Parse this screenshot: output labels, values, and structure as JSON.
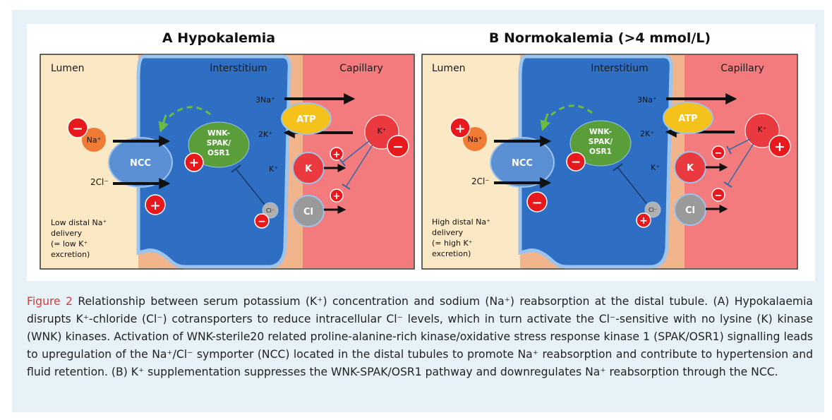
{
  "panels": {
    "a": {
      "title": "A  Hypokalemia",
      "zones": {
        "lumen": "Lumen",
        "interstitium": "Interstitium",
        "capillary": "Capillary"
      },
      "labels": {
        "na3": "3Na⁺",
        "k2": "2K⁺",
        "k": "K⁺",
        "cl2": "2Cl⁻",
        "na": "Na⁺",
        "kcap": "K⁺",
        "cl_small": "Cl⁻"
      },
      "nodes": {
        "ncc": "NCC",
        "atp": "ATP",
        "k": "K",
        "cl": "Cl",
        "wnk_1": "WNK-",
        "wnk_2": "SPAK/",
        "wnk_3": "OSR1"
      },
      "note": [
        "Low distal Na⁺",
        "delivery",
        "(= low K⁺",
        "excretion)"
      ],
      "signs": {
        "na": "−",
        "ncc": "+",
        "wnk": "+",
        "k": "+",
        "cl": "+",
        "cl_small": "−",
        "kcap": "−"
      }
    },
    "b": {
      "title": "B  Normokalemia (>4 mmol/L)",
      "zones": {
        "lumen": "Lumen",
        "interstitium": "Interstitium",
        "capillary": "Capillary"
      },
      "labels": {
        "na3": "3Na⁺",
        "k2": "2K⁺",
        "k": "K⁺",
        "cl2": "2Cl⁻",
        "na": "Na⁺",
        "kcap": "K⁺",
        "cl_small": "Cl⁻"
      },
      "nodes": {
        "ncc": "NCC",
        "atp": "ATP",
        "k": "K",
        "cl": "Cl",
        "wnk_1": "WNK-",
        "wnk_2": "SPAK/",
        "wnk_3": "OSR1"
      },
      "note": [
        "High distal Na⁺",
        "delivery",
        "(= high K⁺",
        "excretion)"
      ],
      "signs": {
        "na": "+",
        "ncc": "−",
        "wnk": "−",
        "k": "−",
        "cl": "−",
        "cl_small": "+",
        "kcap": "+"
      }
    }
  },
  "caption": {
    "label": "Figure 2",
    "text": "Relationship between serum potassium (K⁺) concentration and sodium (Na⁺) reabsorption at the distal tubule. (A) Hypokalaemia disrupts K⁺-chloride (Cl⁻) cotransporters to reduce intracellular Cl⁻ levels, which in turn activate the Cl⁻-sensitive with no lysine (K) kinase (WNK) kinases. Activation of WNK-sterile20 related proline-alanine-rich kinase/oxidative stress response kinase 1 (SPAK/OSR1) signalling leads to upregulation of the Na⁺/Cl⁻ symporter (NCC) located in the distal tubules to promote Na⁺ reabsorption and contribute to hypertension and fluid retention. (B) K⁺ supplementation suppresses the WNK-SPAK/OSR1 pathway and downregulates Na⁺ reabsorption through the NCC."
  },
  "colors": {
    "lumen": "#fbe8c4",
    "interstitium": "#f2b48a",
    "capillary": "#f47b7d",
    "cell": "#2e6fc4",
    "cell_border": "#9cc4ec",
    "sign_red": "#e8191c",
    "ncc": "#5b8fd3",
    "wnk": "#5a9e3a",
    "atp": "#f4c21a",
    "k_node": "#ea3a3f",
    "cl_node": "#9a9a9a",
    "caption_label": "#d63c3c"
  }
}
